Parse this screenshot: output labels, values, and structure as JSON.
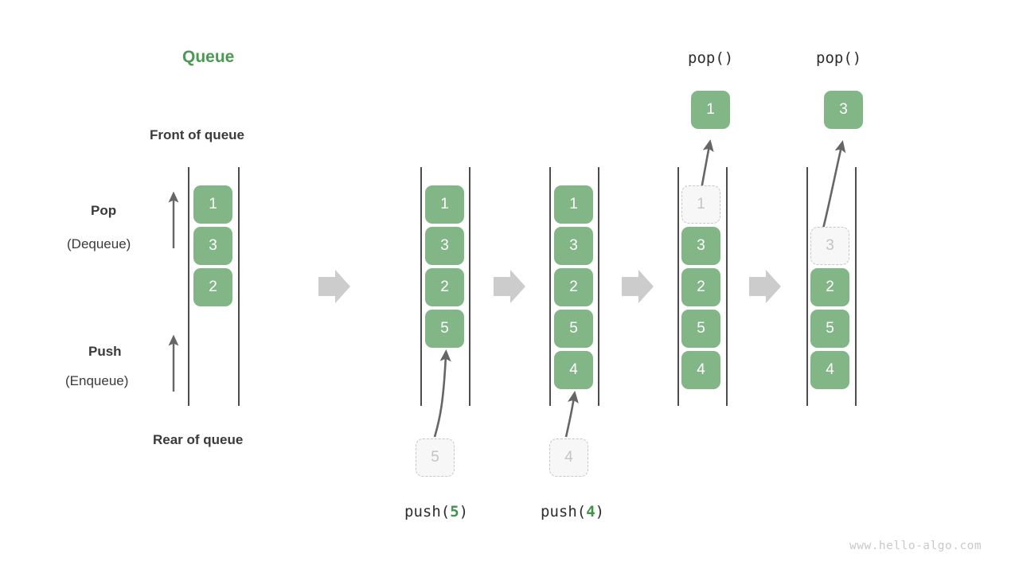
{
  "title": "Queue",
  "labels": {
    "front_of_queue": "Front of queue",
    "rear_of_queue": "Rear of queue",
    "pop": "Pop",
    "pop_alt": "(Dequeue)",
    "push": "Push",
    "push_alt": "(Enqueue)"
  },
  "colors": {
    "cell_green": "#82b687",
    "title_green": "#4a9a52",
    "code_green": "#3f9448",
    "ghost_fill": "#f7f7f7",
    "ghost_border": "#c8c8c8",
    "ghost_text": "#c4c4c4",
    "rail": "#4d4d4d",
    "arrow_gray": "#cccccc",
    "curve_arrow": "#666666",
    "text_dark": "#3a3a3a",
    "watermark": "#c9c9c9"
  },
  "stages": [
    {
      "id": "initial",
      "caption": "",
      "op_label": "",
      "cells": [
        "1",
        "3",
        "2"
      ],
      "ghost_index": -1
    },
    {
      "id": "push-5",
      "caption": "push(5)",
      "caption_prefix": "push(",
      "caption_value": "5",
      "caption_suffix": ")",
      "op_label": "",
      "cells": [
        "1",
        "3",
        "2",
        "5"
      ],
      "incoming_value": "5",
      "ghost_index": -1
    },
    {
      "id": "push-4",
      "caption": "push(4)",
      "caption_prefix": "push(",
      "caption_value": "4",
      "caption_suffix": ")",
      "op_label": "",
      "cells": [
        "1",
        "3",
        "2",
        "5",
        "4"
      ],
      "incoming_value": "4",
      "ghost_index": -1
    },
    {
      "id": "pop-1",
      "caption": "",
      "op_label": "pop()",
      "popped_value": "1",
      "cells": [
        "1",
        "3",
        "2",
        "5",
        "4"
      ],
      "ghost_index": 0
    },
    {
      "id": "pop-3",
      "caption": "",
      "op_label": "pop()",
      "popped_value": "3",
      "cells": [
        "3",
        "2",
        "5",
        "4"
      ],
      "ghost_index": 0
    }
  ],
  "watermark": "www.hello-algo.com"
}
